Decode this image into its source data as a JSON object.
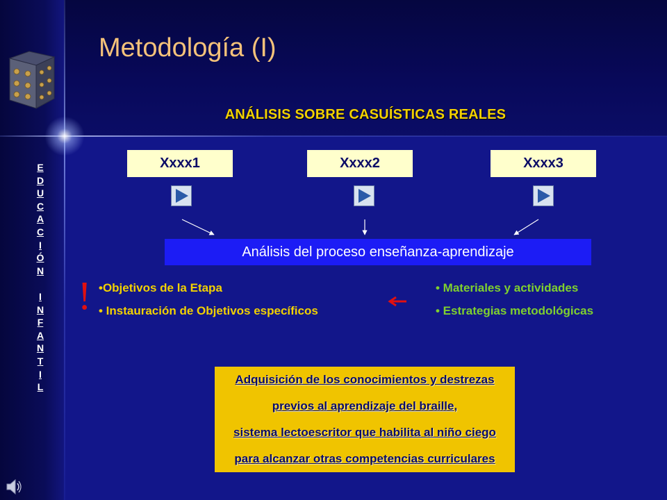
{
  "slide": {
    "title": "Metodología (I)",
    "subtitle": "ANÁLISIS SOBRE CASUÍSTICAS REALES",
    "side_label_letters": [
      "E",
      "D",
      "U",
      "C",
      "A",
      "C",
      "I",
      "Ó",
      "N",
      "",
      "I",
      "N",
      "F",
      "A",
      "N",
      "T",
      "I",
      "L"
    ],
    "cases": [
      {
        "label": "Xxxx1"
      },
      {
        "label": "Xxxx2"
      },
      {
        "label": "Xxxx3"
      }
    ],
    "analysis_label": "Análisis del proceso enseñanza-aprendizaje",
    "exclamation": "!",
    "left_bullets": [
      "•Objetivos de la Etapa",
      "• Instauración de Objetivos específicos"
    ],
    "right_bullets": [
      "• Materiales y actividades",
      "• Estrategias metodológicas"
    ],
    "result_lines": [
      "Adquisición de los conocimientos y destrezas",
      "previos al aprendizaje del braille,",
      "sistema lectoescritor que habilita al niño ciego",
      "para alcanzar otras competencias curriculares"
    ]
  },
  "icons": {
    "logo": "braille-dice-logo",
    "speaker": "speaker-icon",
    "play": "play-icon"
  },
  "colors": {
    "title": "#f4c27a",
    "subtitle": "#f2d100",
    "left_bullets": "#f2d100",
    "right_bullets": "#7fd02e",
    "case_box": "#ffffcc",
    "analysis_bar": "#1c1cf5",
    "result_box": "#f0c400",
    "exclamation": "#e01010",
    "arrow_red": "#e01010"
  }
}
